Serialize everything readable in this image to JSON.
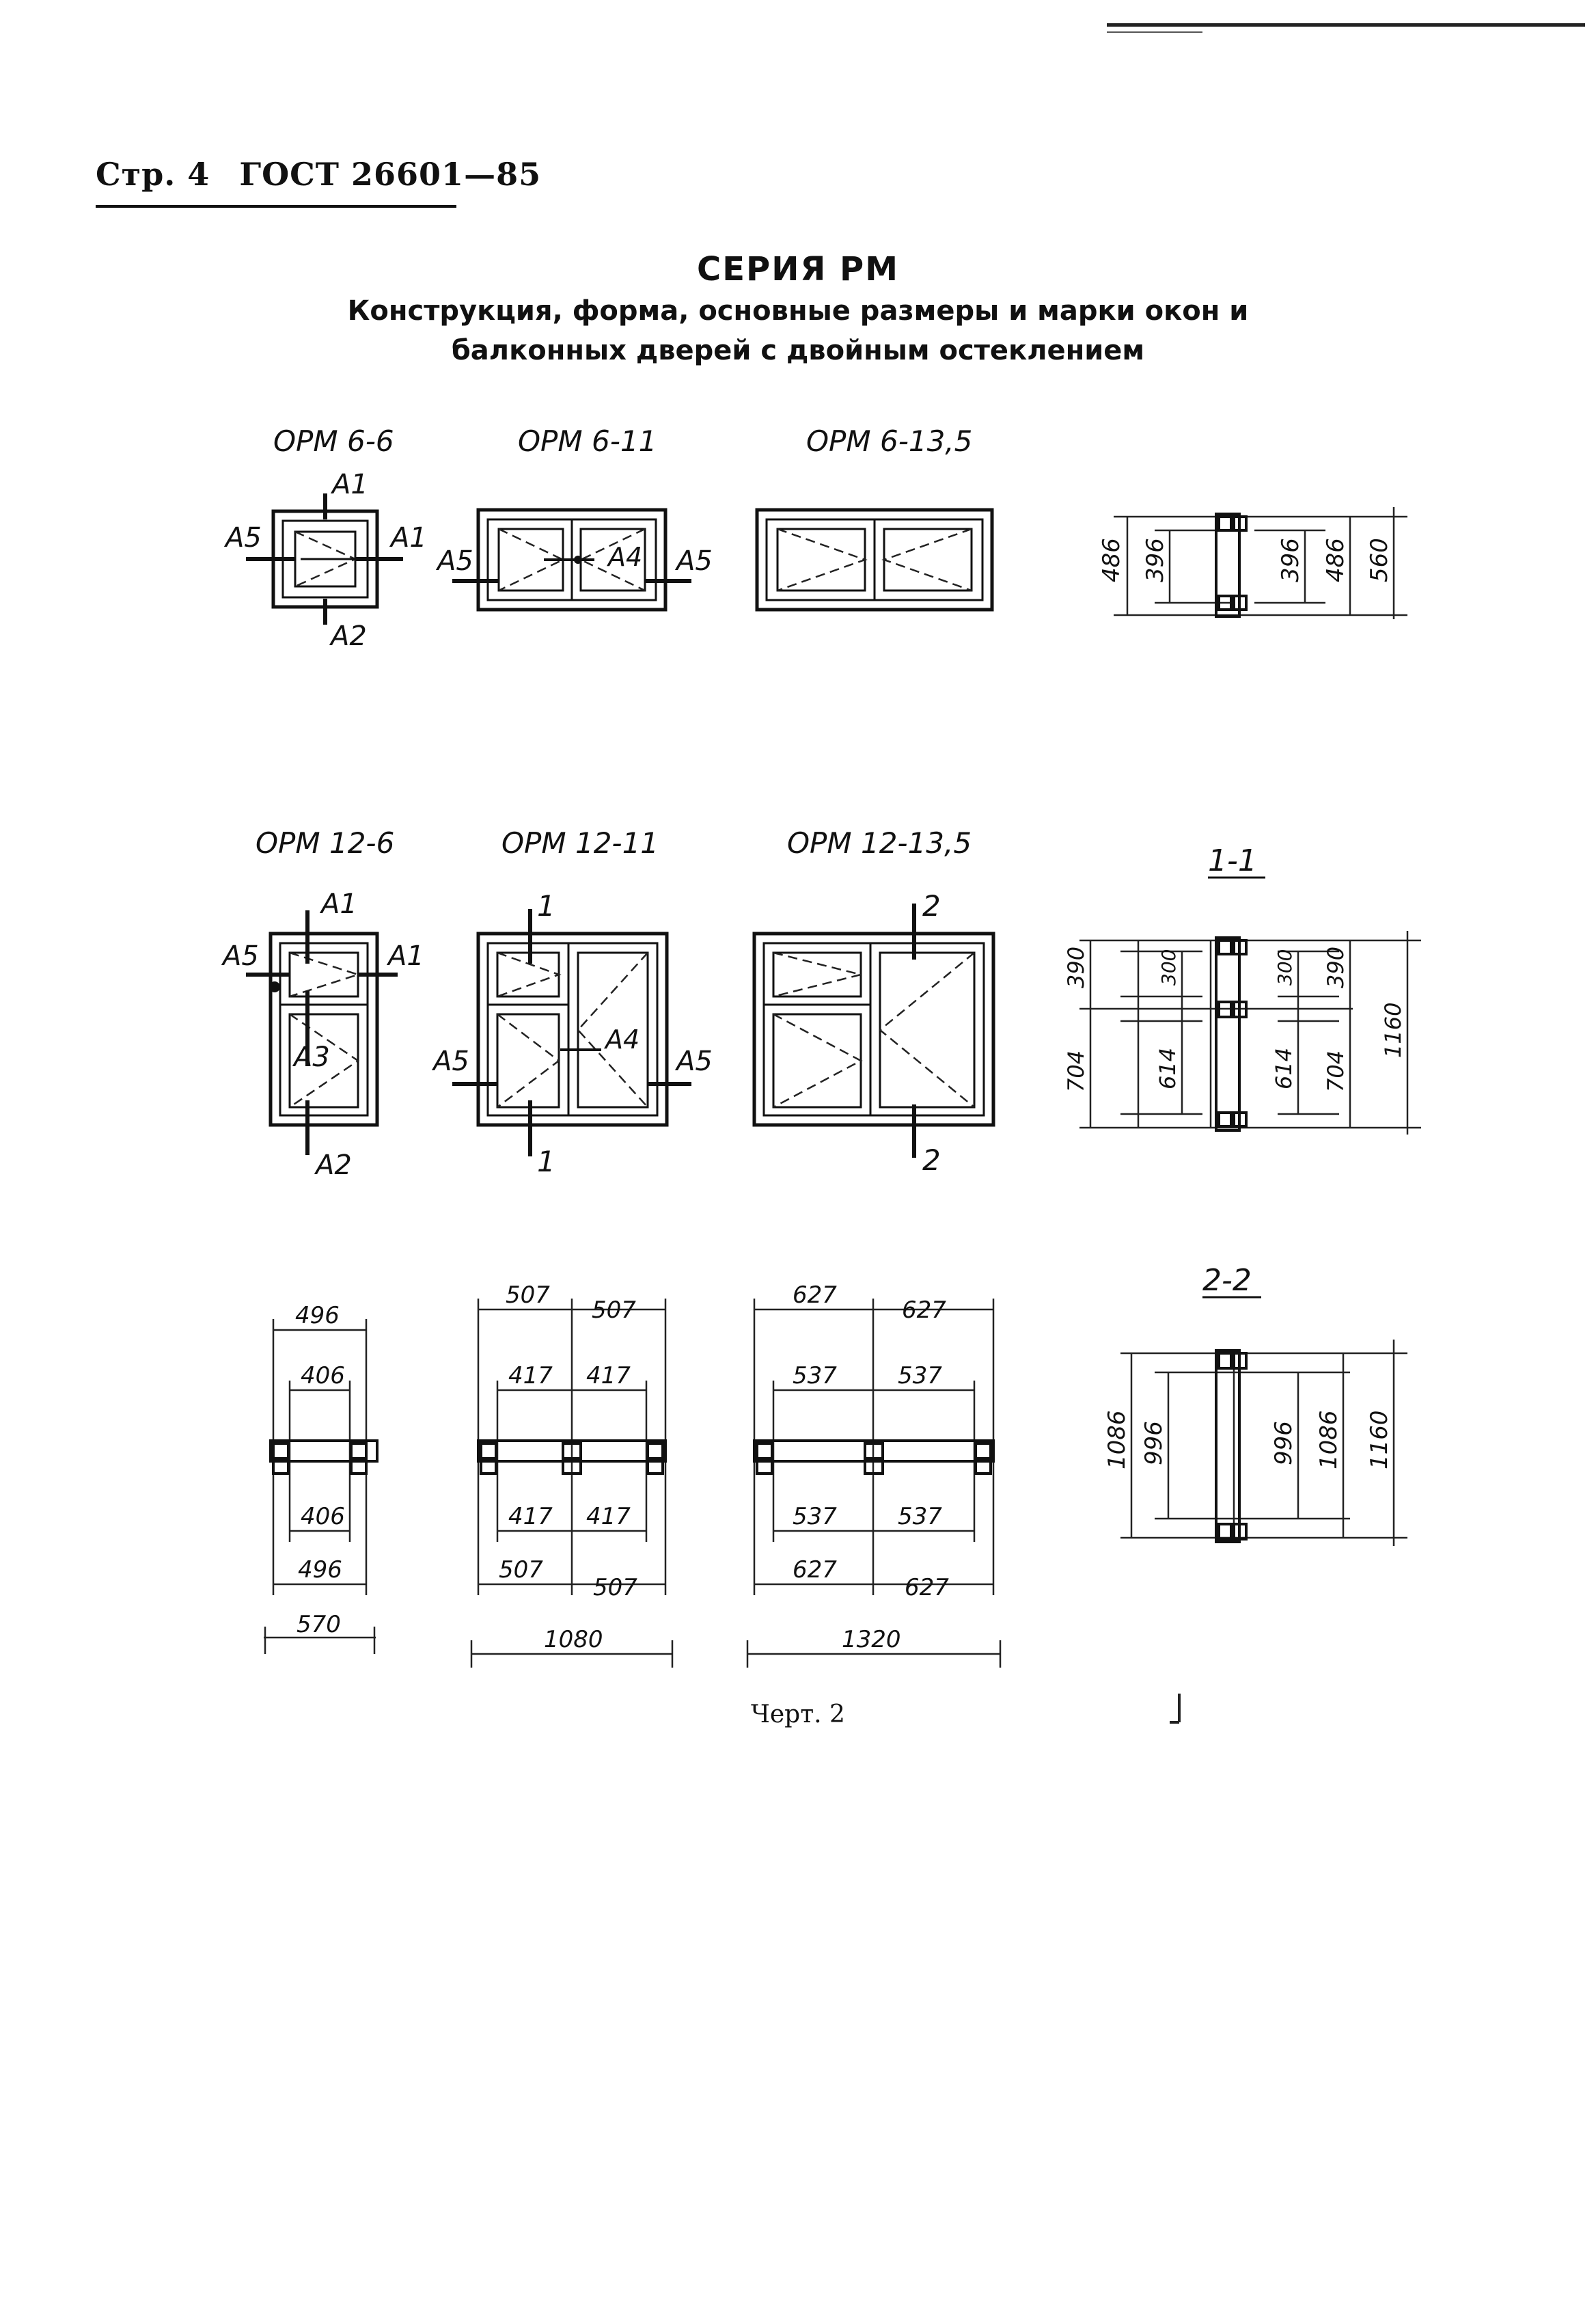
{
  "header": {
    "page": "Стр. 4",
    "standard": "ГОСТ 26601—85"
  },
  "title": {
    "line1": "СЕРИЯ РМ",
    "line2": "Конструкция, форма, основные размеры и марки окон и",
    "line3": "балконных дверей с двойным остеклением"
  },
  "marks": {
    "m1": "ОРМ 6-6",
    "m2": "ОРМ 6-11",
    "m3": "ОРМ 6-13,5",
    "m4": "ОРМ 12-6",
    "m5": "ОРМ 12-11",
    "m6": "ОРМ 12-13,5"
  },
  "profiles": {
    "A1": "A1",
    "A2": "A2",
    "A3": "A3",
    "A4": "A4",
    "A5": "A5"
  },
  "sections": {
    "s1": "1-1",
    "s2": "2-2",
    "n1": "1",
    "n2": "2"
  },
  "dims": {
    "d486": "486",
    "d396": "396",
    "d560": "560",
    "d390": "390",
    "d300": "300",
    "d704": "704",
    "d614": "614",
    "d1160": "1160",
    "d1086": "1086",
    "d996": "996",
    "d496": "496",
    "d406": "406",
    "d570": "570",
    "d507": "507",
    "d417": "417",
    "d1080": "1080",
    "d627": "627",
    "d537": "537",
    "d1320": "1320"
  },
  "caption": "Черт. 2"
}
